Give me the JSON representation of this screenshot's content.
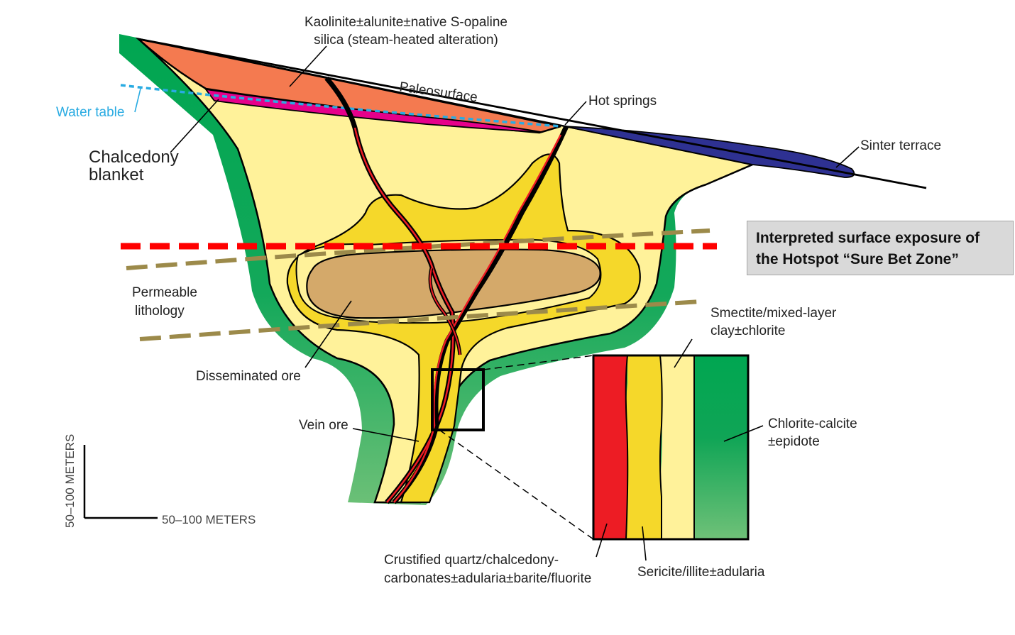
{
  "labels": {
    "kaolinite_line1": "Kaolinite±alunite±native S-opaline",
    "kaolinite_line2": "silica (steam-heated alteration)",
    "paleosurface": "Paleosurface",
    "hot_springs": "Hot springs",
    "water_table": "Water table",
    "chalcedony_line1": "Chalcedony",
    "chalcedony_line2": "blanket",
    "sinter_terrace": "Sinter terrace",
    "permeable_line1": "Permeable",
    "permeable_line2": "lithology",
    "smectite_line1": "Smectite/mixed-layer",
    "smectite_line2": "clay±chlorite",
    "disseminated_ore": "Disseminated ore",
    "vein_ore": "Vein ore",
    "chlorite_line1": "Chlorite-calcite",
    "chlorite_line2": "±epidote",
    "crustified_line1": "Crustified quartz/chalcedony-",
    "crustified_line2": "carbonates±adularia±barite/fluorite",
    "sericite": "Sericite/illite±adularia"
  },
  "callout": {
    "line1": "Interpreted surface exposure of",
    "line2": "the Hotspot “Sure Bet Zone”"
  },
  "scale": {
    "vertical": "50–100 METERS",
    "horizontal": "50–100 METERS"
  },
  "colors": {
    "steam_heated": "#f47a50",
    "chalcedony_blanket": "#e6008a",
    "sinter_terrace": "#2e3192",
    "propylitic_green": "#00a651",
    "argillic_pale_yellow": "#fff29a",
    "sericite_yellow": "#f5d82a",
    "disseminated_ore": "#d4a96a",
    "vein_red": "#ed1c24",
    "water_table_blue": "#29abe2",
    "surface_exposure_red": "#ff0000",
    "permeable_boundary": "#9c8a4a"
  }
}
